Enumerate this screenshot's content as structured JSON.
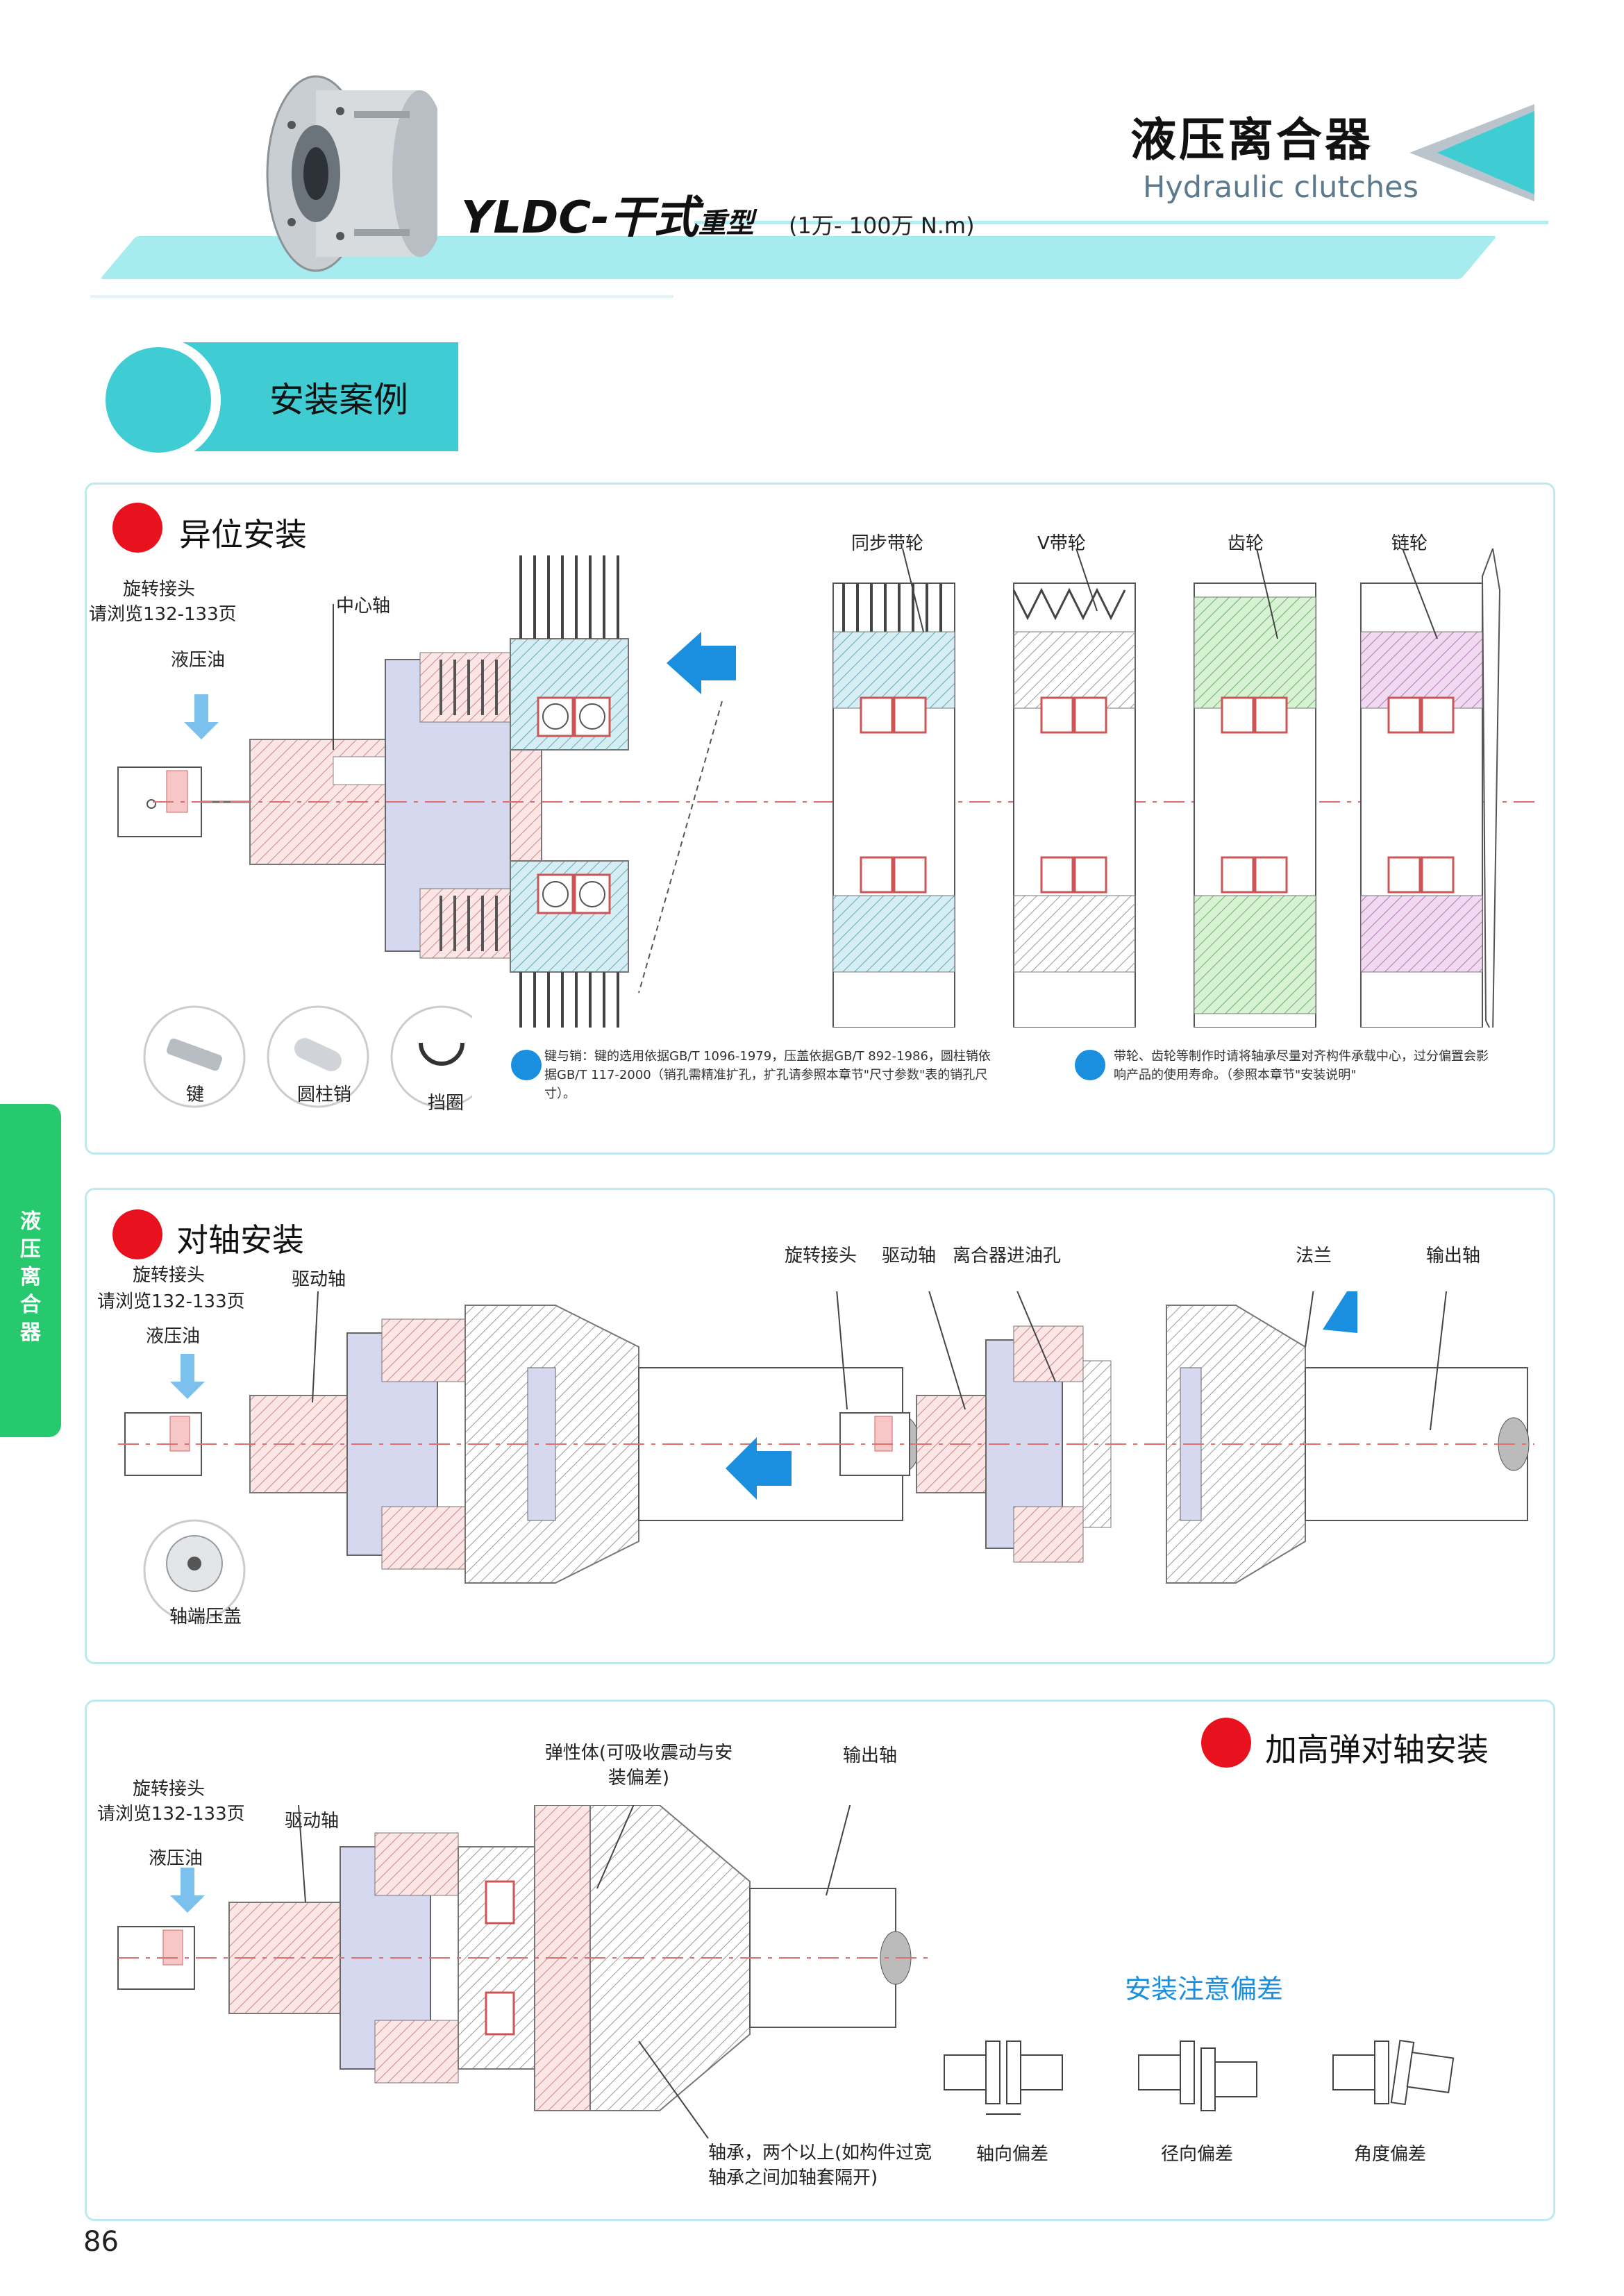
{
  "header": {
    "title_cn": "液压离合器",
    "title_en": "Hydraulic clutches",
    "model_main": "YLDC-干式",
    "model_suffix": "重型",
    "torque_range": "(1万- 100万 N.m)"
  },
  "section": {
    "title": "安装案例"
  },
  "side_tab": {
    "text": "液压离合器"
  },
  "panel1": {
    "title": "异位安装",
    "rotary_joint": "旋转接头",
    "see_pages": "请浏览132-133页",
    "hydraulic_oil": "液压油",
    "center_shaft": "中心轴",
    "pulleys": [
      "同步带轮",
      "V带轮",
      "齿轮",
      "链轮"
    ],
    "parts": [
      "键",
      "圆柱销",
      "挡圈"
    ],
    "note_left": "键与销：键的选用依据GB/T 1096-1979，压盖依据GB/T 892-1986，圆柱销依据GB/T 117-2000（销孔需精准扩孔，扩孔请参照本章节\"尺寸参数\"表的销孔尺寸）。",
    "note_right": "带轮、齿轮等制作时请将轴承尽量对齐构件承载中心，过分偏置会影响产品的使用寿命。（参照本章节\"安装说明\""
  },
  "panel2": {
    "title": "对轴安装",
    "rotary_joint": "旋转接头",
    "see_pages": "请浏览132-133页",
    "hydraulic_oil": "液压油",
    "drive_shaft": "驱动轴",
    "end_cap": "轴端压盖",
    "right_labels": [
      "旋转接头",
      "驱动轴",
      "离合器进油孔",
      "法兰",
      "输出轴"
    ]
  },
  "panel3": {
    "title": "加高弹对轴安装",
    "rotary_joint": "旋转接头",
    "see_pages": "请浏览132-133页",
    "hydraulic_oil": "液压油",
    "drive_shaft": "驱动轴",
    "elastic_line1": "弹性体(可吸收震动与安",
    "elastic_line2": "装偏差)",
    "output_shaft": "输出轴",
    "bearing_line1": "轴承，两个以上(如构件过宽",
    "bearing_line2": "轴承之间加轴套隔开)",
    "deviation_title": "安装注意偏差",
    "deviations": [
      "轴向偏差",
      "径向偏差",
      "角度偏差"
    ]
  },
  "page_number": "86",
  "colors": {
    "accent_cyan": "#3fcdd3",
    "band": "#a6ecef",
    "red_dot": "#e8121e",
    "blue": "#1a8fe0",
    "green_tab": "#26c96d"
  }
}
